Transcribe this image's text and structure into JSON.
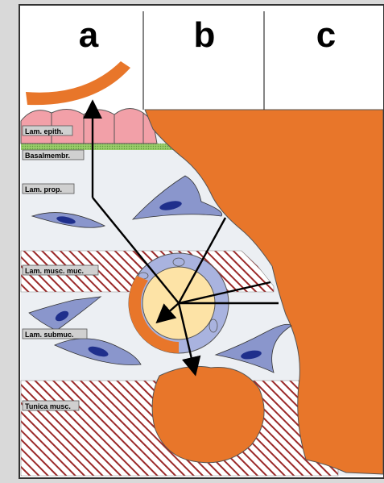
{
  "columns": [
    {
      "id": "a",
      "label": "a"
    },
    {
      "id": "b",
      "label": "b"
    },
    {
      "id": "c",
      "label": "c"
    }
  ],
  "layers": [
    {
      "id": "epith",
      "label": "Lam. epith."
    },
    {
      "id": "basal",
      "label": "Basalmembr."
    },
    {
      "id": "prop",
      "label": "Lam. prop."
    },
    {
      "id": "musc-muc",
      "label": "Lam. musc. muc."
    },
    {
      "id": "submuc",
      "label": "Lam. submuc."
    },
    {
      "id": "tunica",
      "label": "Tunica musc."
    }
  ],
  "colors": {
    "tumor": "#e8762a",
    "epithelium": "#f2a0a8",
    "basal_membrane": "#9acd6a",
    "muscle_hatch": "#9b2a2a",
    "tissue_bg": "#eceff3",
    "cell": "#8a96cc",
    "nucleus": "#1f2f8c",
    "vessel_ring": "#a9b3df",
    "vessel_lumen": "#fde3a6",
    "frame": "#333333"
  },
  "icons": {
    "arrow": "arrowhead-icon"
  }
}
